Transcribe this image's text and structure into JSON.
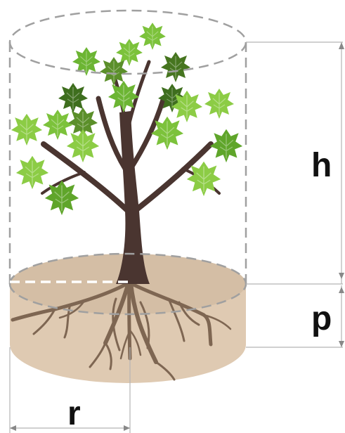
{
  "labels": {
    "height": "h",
    "depth": "p",
    "radius": "r"
  },
  "colors": {
    "soil": "#dfcab2",
    "trunk": "#4a3530",
    "roots": "#7e6652",
    "leaf_light": "#8ccc45",
    "leaf_mid": "#5fa52a",
    "leaf_dark": "#3e6e1e",
    "dashed_outline": "#a0a0a0",
    "dimension_line": "#b5b5b5"
  }
}
